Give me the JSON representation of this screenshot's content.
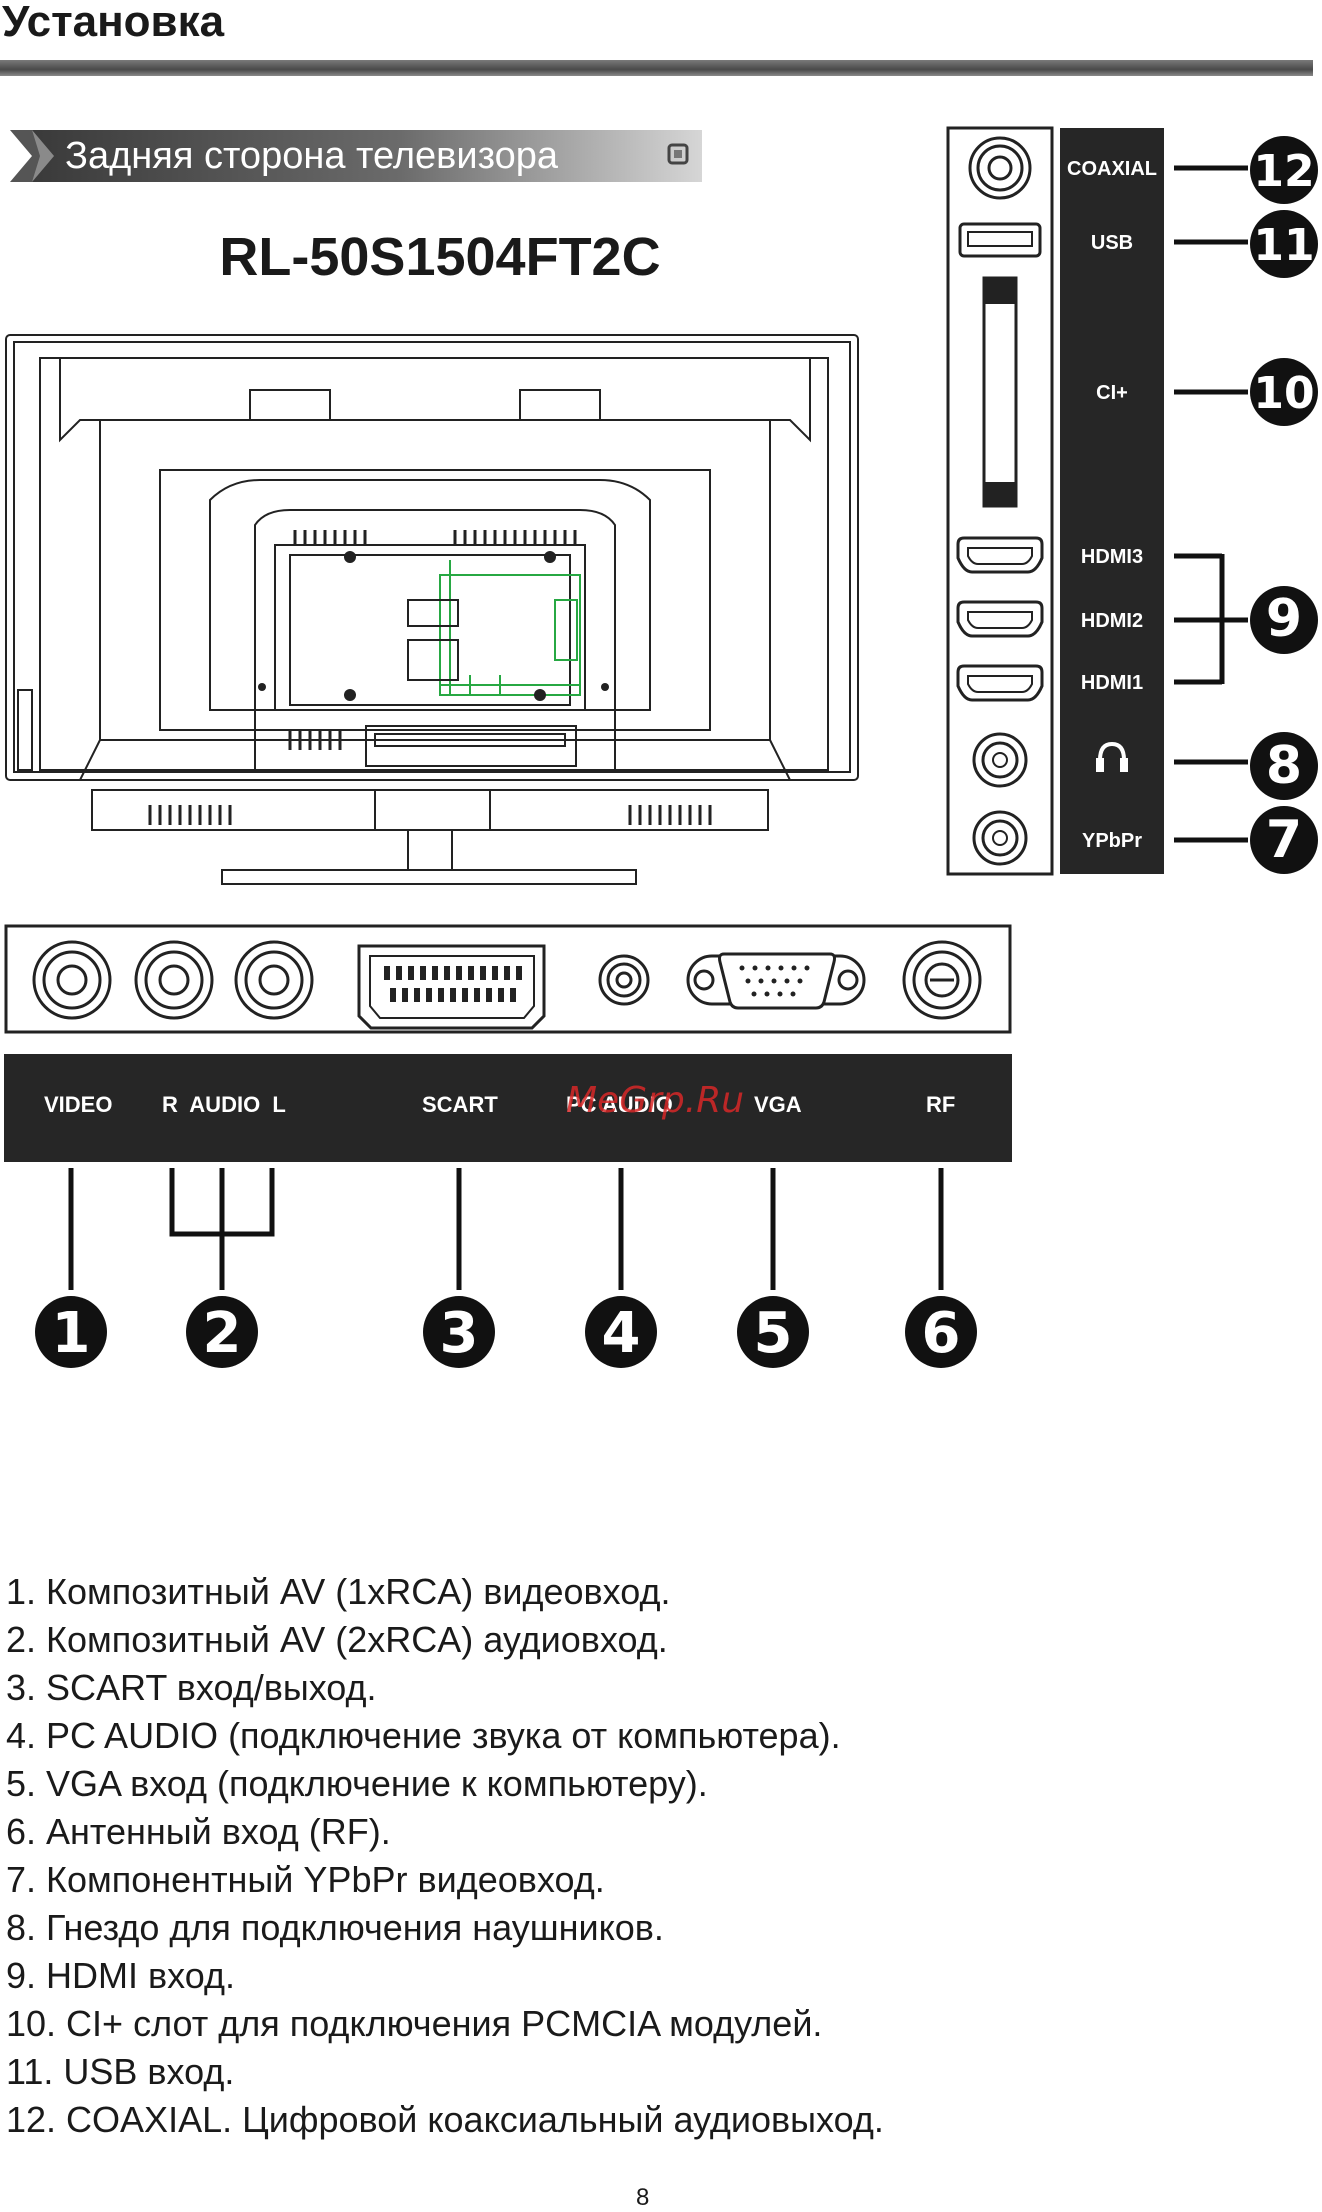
{
  "header": {
    "title": "Установка"
  },
  "banner": {
    "text": "Задняя сторона телевизора"
  },
  "model": "RL-50S1504FT2C",
  "side_panel": {
    "labels": [
      "COAXIAL",
      "USB",
      "CI+",
      "HDMI3",
      "HDMI2",
      "HDMI1",
      "YPbPr"
    ],
    "callouts": [
      "12",
      "11",
      "10",
      "9",
      "8",
      "7"
    ],
    "headphone_icon": "headphone-icon"
  },
  "bottom_panel": {
    "labels": [
      "VIDEO",
      "R  AUDIO  L",
      "SCART",
      "PC AUDIO",
      "VGA",
      "RF"
    ],
    "callouts": [
      "1",
      "2",
      "3",
      "4",
      "5",
      "6"
    ]
  },
  "watermark": "MeGrp.Ru",
  "descriptions": [
    "1. Композитный AV (1xRCA) видеовход.",
    "2. Композитный AV (2xRCA) аудиовход.",
    "3. SCART вход/выход.",
    "4. PC AUDIO (подключение звука от компьютера).",
    "5. VGA вход (подключение к компьютеру).",
    "6. Антенный вход (RF).",
    "7. Компонентный YPbPr видеовход.",
    "8. Гнездо для подключения наушников.",
    "9. HDMI вход.",
    "10. CI+ слот для подключения PCMCIA модулей.",
    "11. USB вход.",
    "12. COAXIAL. Цифровой коаксиальный аудиовыход."
  ],
  "page_number": "8",
  "colors": {
    "panel": "#262626",
    "callout": "#111111",
    "pcb": "#27a843"
  }
}
